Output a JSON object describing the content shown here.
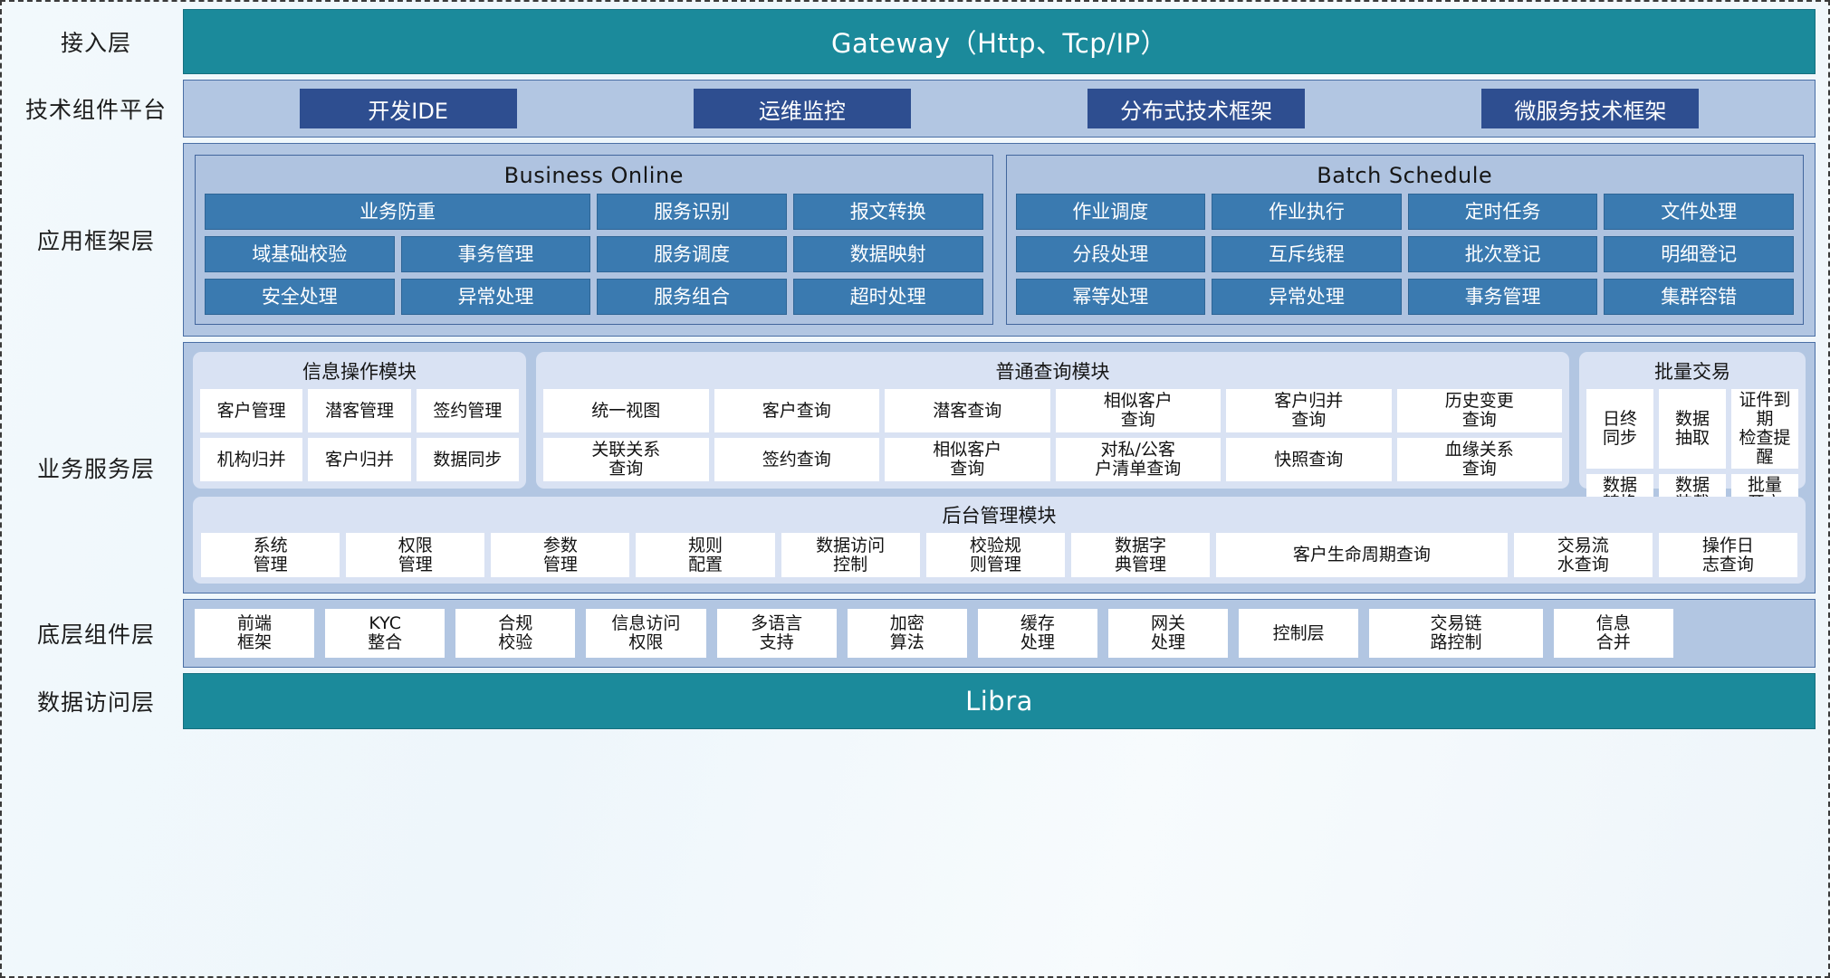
{
  "layers": {
    "access": {
      "label": "接入层",
      "bar_text": "Gateway（Http、Tcp/IP）"
    },
    "tech_platform": {
      "label": "技术组件平台",
      "chips": [
        "开发IDE",
        "运维监控",
        "分布式技术框架",
        "微服务技术框架"
      ]
    },
    "app_framework": {
      "label": "应用框架层",
      "groups": [
        {
          "title": "Business Online",
          "cells": [
            {
              "text": "业务防重",
              "span": 2
            },
            {
              "text": "服务识别",
              "span": 1
            },
            {
              "text": "报文转换",
              "span": 1
            },
            {
              "text": "域基础校验",
              "span": 1
            },
            {
              "text": "事务管理",
              "span": 1
            },
            {
              "text": "服务调度",
              "span": 1
            },
            {
              "text": "数据映射",
              "span": 1
            },
            {
              "text": "安全处理",
              "span": 1
            },
            {
              "text": "异常处理",
              "span": 1
            },
            {
              "text": "服务组合",
              "span": 1
            },
            {
              "text": "超时处理",
              "span": 1
            }
          ]
        },
        {
          "title": "Batch Schedule",
          "cells": [
            {
              "text": "作业调度",
              "span": 1
            },
            {
              "text": "作业执行",
              "span": 1
            },
            {
              "text": "定时任务",
              "span": 1
            },
            {
              "text": "文件处理",
              "span": 1
            },
            {
              "text": "分段处理",
              "span": 1
            },
            {
              "text": "互斥线程",
              "span": 1
            },
            {
              "text": "批次登记",
              "span": 1
            },
            {
              "text": "明细登记",
              "span": 1
            },
            {
              "text": "幂等处理",
              "span": 1
            },
            {
              "text": "异常处理",
              "span": 1
            },
            {
              "text": "事务管理",
              "span": 1
            },
            {
              "text": "集群容错",
              "span": 1
            }
          ]
        }
      ]
    },
    "biz_service": {
      "label": "业务服务层",
      "modules": [
        {
          "id": "info-operation",
          "title": "信息操作模块",
          "cells": [
            "客户管理",
            "潜客管理",
            "签约管理",
            "机构归并",
            "客户归并",
            "数据同步"
          ]
        },
        {
          "id": "common-query",
          "title": "普通查询模块",
          "cells": [
            "统一视图",
            "客户查询",
            "潜客查询",
            "相似客户\n查询",
            "客户归并\n查询",
            "历史变更\n查询",
            "关联关系\n查询",
            "签约查询",
            "相似客户\n查询",
            "对私/公客\n户清单查询",
            "快照查询",
            "血缘关系\n查询"
          ]
        },
        {
          "id": "batch-trade",
          "title": "批量交易",
          "cells": [
            "日终\n同步",
            "数据\n抽取",
            "证件到期\n检查提醒",
            "数据\n转换",
            "数据\n装载",
            "批量\n开户"
          ]
        }
      ],
      "admin_module": {
        "title": "后台管理模块",
        "cells": [
          "系统\n管理",
          "权限\n管理",
          "参数\n管理",
          "规则\n配置",
          "数据访问\n控制",
          "校验规\n则管理",
          "数据字\n典管理",
          "客户生命周期查询",
          "交易流\n水查询",
          "操作日\n志查询"
        ]
      }
    },
    "bottom_component": {
      "label": "底层组件层",
      "cells": [
        "前端\n框架",
        "KYC\n整合",
        "合规\n校验",
        "信息访问\n权限",
        "多语言\n支持",
        "加密\n算法",
        "缓存\n处理",
        "网关\n处理",
        "控制层",
        "交易链\n路控制",
        "信息\n合并"
      ]
    },
    "data_access": {
      "label": "数据访问层",
      "bar_text": "Libra"
    }
  },
  "colors": {
    "teal": "#1b8a9b",
    "deep_blue": "#2e4e90",
    "mid_blue": "#3a7ab0",
    "panel_blue": "#b2c6e2",
    "card_blue": "#d9e2f3"
  }
}
